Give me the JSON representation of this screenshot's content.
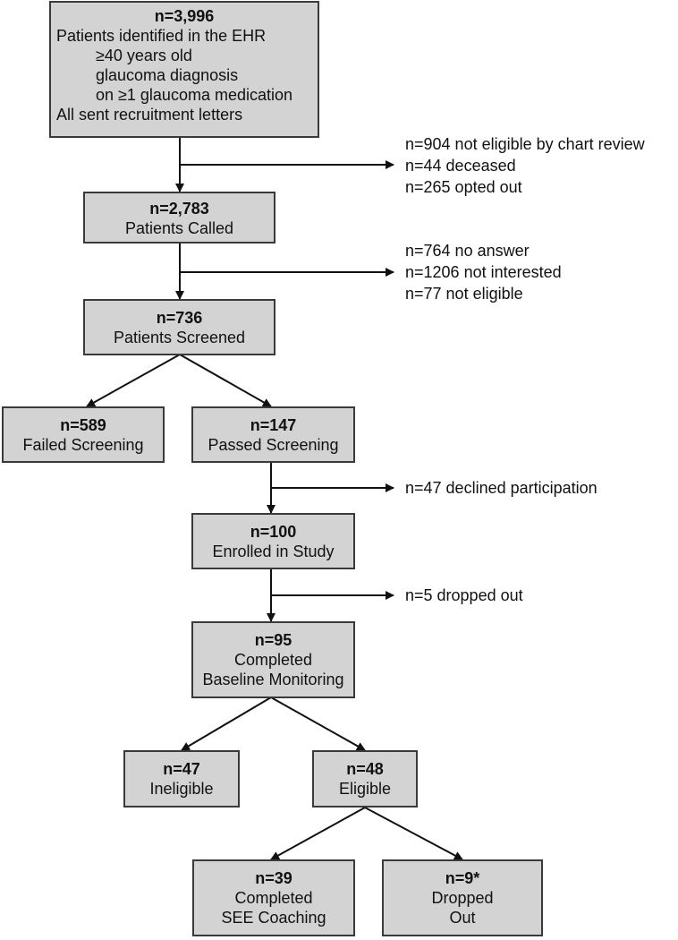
{
  "boxes": {
    "identified": {
      "n": "n=3,996",
      "lines": [
        "Patients identified in the EHR",
        "≥40 years old",
        "glaucoma diagnosis",
        "on ≥1 glaucoma medication",
        "All sent recruitment letters"
      ]
    },
    "called": {
      "n": "n=2,783",
      "lines": [
        "Patients Called"
      ]
    },
    "screened": {
      "n": "n=736",
      "lines": [
        "Patients Screened"
      ]
    },
    "failed": {
      "n": "n=589",
      "lines": [
        "Failed Screening"
      ]
    },
    "passed": {
      "n": "n=147",
      "lines": [
        "Passed Screening"
      ]
    },
    "enrolled": {
      "n": "n=100",
      "lines": [
        "Enrolled in Study"
      ]
    },
    "baseline": {
      "n": "n=95",
      "lines": [
        "Completed",
        "Baseline Monitoring"
      ]
    },
    "ineligible": {
      "n": "n=47",
      "lines": [
        "Ineligible"
      ]
    },
    "eligible": {
      "n": "n=48",
      "lines": [
        "Eligible"
      ]
    },
    "completed": {
      "n": "n=39",
      "lines": [
        "Completed",
        "SEE Coaching"
      ]
    },
    "dropped": {
      "n": "n=9*",
      "lines": [
        "Dropped",
        "Out"
      ]
    }
  },
  "exclusions": {
    "letters": [
      "n=904 not eligible by chart review",
      "n=44 deceased",
      "n=265 opted out"
    ],
    "calls": [
      "n=764 no answer",
      "n=1206 not interested",
      "n=77 not eligible"
    ],
    "passed": [
      "n=47 declined participation"
    ],
    "enrolled": [
      "n=5 dropped out"
    ]
  }
}
